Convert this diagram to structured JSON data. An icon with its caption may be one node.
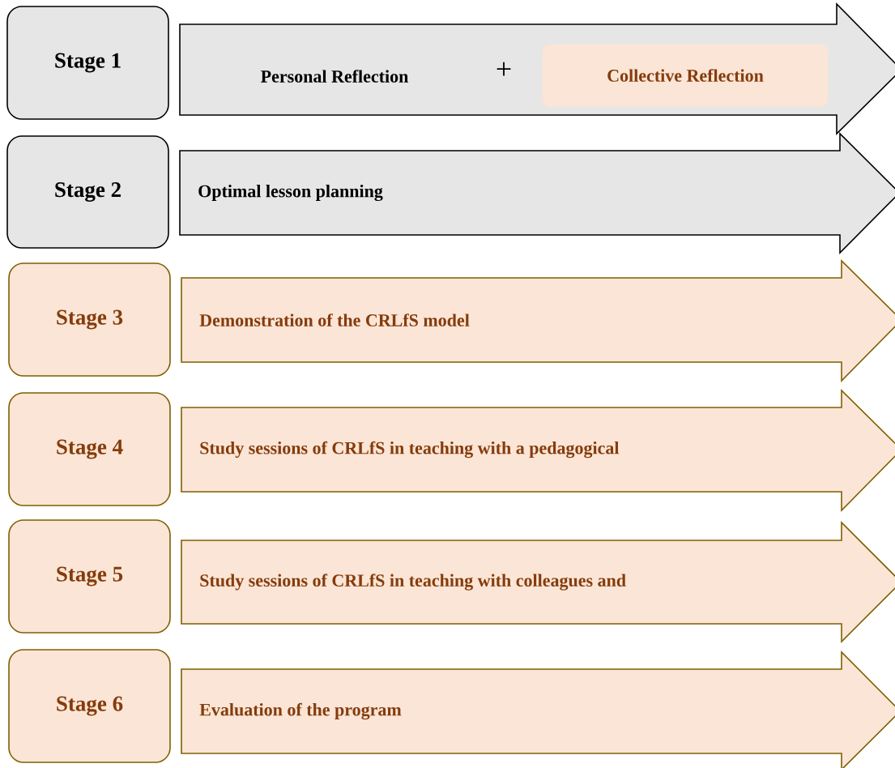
{
  "diagram": {
    "nodes": [
      {
        "text": [
          "Stage 1"
        ]
      },
      {
        "text": [
          "Personal Reflection"
        ]
      },
      {
        "text": [
          "Collective Reflection"
        ],
        "in": 1
      },
      {
        "text": [
          "Stage 2"
        ]
      },
      {
        "text": [
          "Optimal lesson planning"
        ]
      },
      {
        "text": [
          "Stage 3"
        ]
      },
      {
        "text": [
          "Demonstration of the CRLfS model"
        ]
      },
      {
        "text": [
          "Stage 4"
        ]
      },
      {
        "text": [
          "Study sessions of CRLfS in teaching with a pedagogical"
        ]
      },
      {
        "text": [
          "Stage 5"
        ]
      },
      {
        "text": [
          "Study sessions of CRLfS in teaching with colleagues and"
        ]
      },
      {
        "text": [
          "Stage 6"
        ]
      },
      {
        "text": [
          "Evaluation of the program"
        ]
      }
    ],
    "labels": [
      "+"
    ]
  }
}
